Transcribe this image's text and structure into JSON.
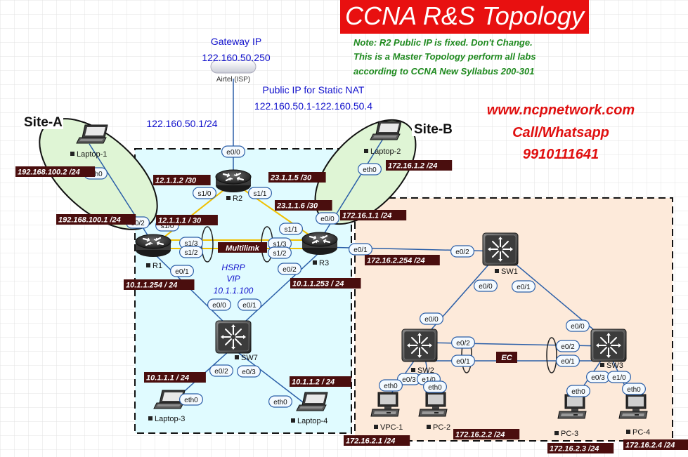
{
  "title": "CCNA R&S Topology",
  "note": {
    "lines": [
      "Note: R2 Public IP is fixed. Don't Change.",
      "This is a Master Topology perform all labs",
      "according to CCNA New Syllabus 200-301"
    ],
    "color": "#1f8a1f"
  },
  "contact": {
    "website": "www.ncpnetwork.com",
    "call": "Call/Whatsapp",
    "phone": "9910111641",
    "color": "#e01010"
  },
  "isp": {
    "gateway_label": "Gateway IP",
    "gateway_ip": "122.160.50.250",
    "name": "Airtel (ISP)"
  },
  "public_ip": {
    "label": "Public IP  for Static NAT",
    "range": "122.160.50.1-122.160.50.4"
  },
  "r2_public": "122.160.50.1/24",
  "sites": {
    "a": "Site-A",
    "b": "Site-B"
  },
  "colors": {
    "title_bg": "#e81010",
    "blue_text": "#1010cc",
    "label_bg": "#4a0e0e",
    "zone_blue": "#e0fbff",
    "zone_orange": "#fdeada",
    "site_green": "#dff5d5"
  },
  "devices": {
    "r1": "R1",
    "r2": "R2",
    "r3": "R3",
    "sw1": "SW1",
    "sw2": "SW2",
    "sw3": "SW3",
    "sw7": "SW7",
    "laptop1": "Laptop-1",
    "laptop2": "Laptop-2",
    "laptop3": "Laptop-3",
    "laptop4": "Laptop-4",
    "vpc1": "VPC-1",
    "pc2": "PC-2",
    "pc3": "PC-3",
    "pc4": "PC-4"
  },
  "ips": {
    "laptop1": "192.168.100.2 /24",
    "r1_e02": "192.168.100.1 /24",
    "r2_s10": "12.1.1.2 /30",
    "r1_s10": "12.1.1.1 / 30",
    "r2_s11": "23.1.1.5 /30",
    "r3_s11": "23.1.1.6 /30",
    "laptop2": "172.16.1.2 /24",
    "r3_e00": "172.16.1.1 /24",
    "r3_e01": "172.16.2.254 /24",
    "r1_e01": "10.1.1.254 / 24",
    "r3_e02": "10.1.1.253 / 24",
    "laptop3": "10.1.1.1 / 24",
    "laptop4": "10.1.1.2 / 24",
    "vpc1": "172.16.2.1 /24",
    "pc2": "172.16.2.2 /24",
    "pc3": "172.16.2.3 /24",
    "pc4": "172.16.2.4 /24"
  },
  "ports": {
    "e00": "e0/0",
    "e01": "e0/1",
    "e02": "e0/2",
    "e03": "e0/3",
    "s10": "s1/0",
    "s11": "s1/1",
    "s12": "s1/2",
    "s13": "s1/3",
    "e10": "e1/0",
    "eth0": "eth0"
  },
  "multilink": "Multilimk",
  "ec": "EC",
  "hsrp": {
    "line1": "HSRP",
    "line2": "VIP",
    "line3": "10.1.1.100"
  }
}
